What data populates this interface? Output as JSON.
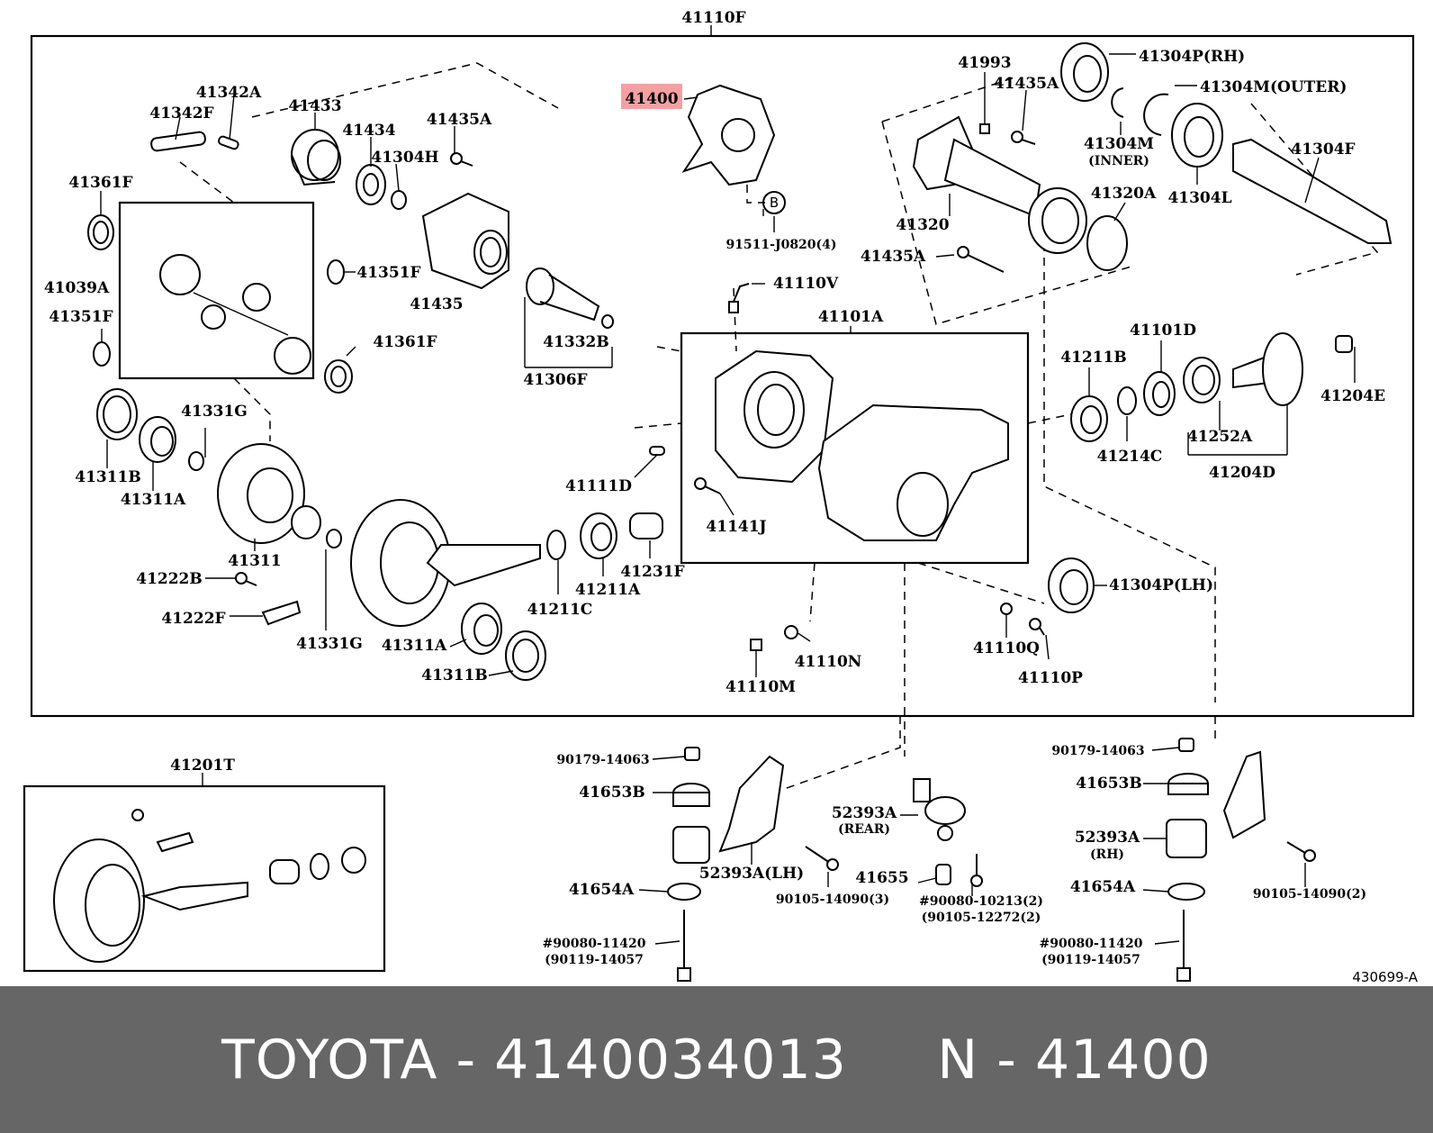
{
  "highlight_color": "#f4a0a3",
  "footer": {
    "background": "#666666",
    "text": "TOYOTA - 4140034013     N - 41400"
  },
  "labels": {
    "41110F": "41110F",
    "41400": "41400",
    "41993": "41993",
    "41304P_RH": "41304P(RH)",
    "41435A_a": "41435A",
    "41304M_OUTER": "41304M(OUTER)",
    "41342A": "41342A",
    "41433": "41433",
    "41342F": "41342F",
    "41434": "41434",
    "41435A_b": "41435A",
    "41304H": "41304H",
    "41304M_INNER_a": "41304M",
    "41304M_INNER_b": "(INNER)",
    "41304F": "41304F",
    "41361F_a": "41361F",
    "41320A": "41320A",
    "41304L": "41304L",
    "B": "B",
    "41320": "41320",
    "91511": "91511-J0820(4)",
    "41435A_c": "41435A",
    "41039A": "41039A",
    "41351F_a": "41351F",
    "41110V": "41110V",
    "41435": "41435",
    "41351F_b": "41351F",
    "41101A": "41101A",
    "41361F_b": "41361F",
    "41332B": "41332B",
    "41101D": "41101D",
    "41211B": "41211B",
    "41306F": "41306F",
    "41204E": "41204E",
    "41331G_a": "41331G",
    "41214C": "41214C",
    "41252A": "41252A",
    "41311B_a": "41311B",
    "41204D": "41204D",
    "41311A_a": "41311A",
    "41111D": "41111D",
    "41141J": "41141J",
    "41231F": "41231F",
    "41311": "41311",
    "41222B": "41222B",
    "41211A": "41211A",
    "41304P_LH": "41304P(LH)",
    "41211C": "41211C",
    "41222F": "41222F",
    "41331G_b": "41331G",
    "41311A_b": "41311A",
    "41110Q": "41110Q",
    "41110N": "41110N",
    "41311B_b": "41311B",
    "41110P": "41110P",
    "41110M": "41110M",
    "90179_a": "90179-14063",
    "90179_b": "90179-14063",
    "41201T": "41201T",
    "41653B_a": "41653B",
    "41653B_b": "41653B",
    "52393A_REAR_a": "52393A",
    "52393A_REAR_b": "(REAR)",
    "52393A_RH_a": "52393A",
    "52393A_RH_b": "(RH)",
    "52393A_LH": "52393A(LH)",
    "41655": "41655",
    "90105_a": "90105-14090(3)",
    "90105_b": "90105-14090(2)",
    "41654A_a": "41654A",
    "41654A_b": "41654A",
    "90080_10213": "#90080-10213(2)",
    "90105_12272": "(90105-12272(2)",
    "90080_11420_a": "#90080-11420",
    "90119_a": "(90119-14057",
    "90080_11420_b": "#90080-11420",
    "90119_b": "(90119-14057",
    "ref": "430699-A"
  }
}
